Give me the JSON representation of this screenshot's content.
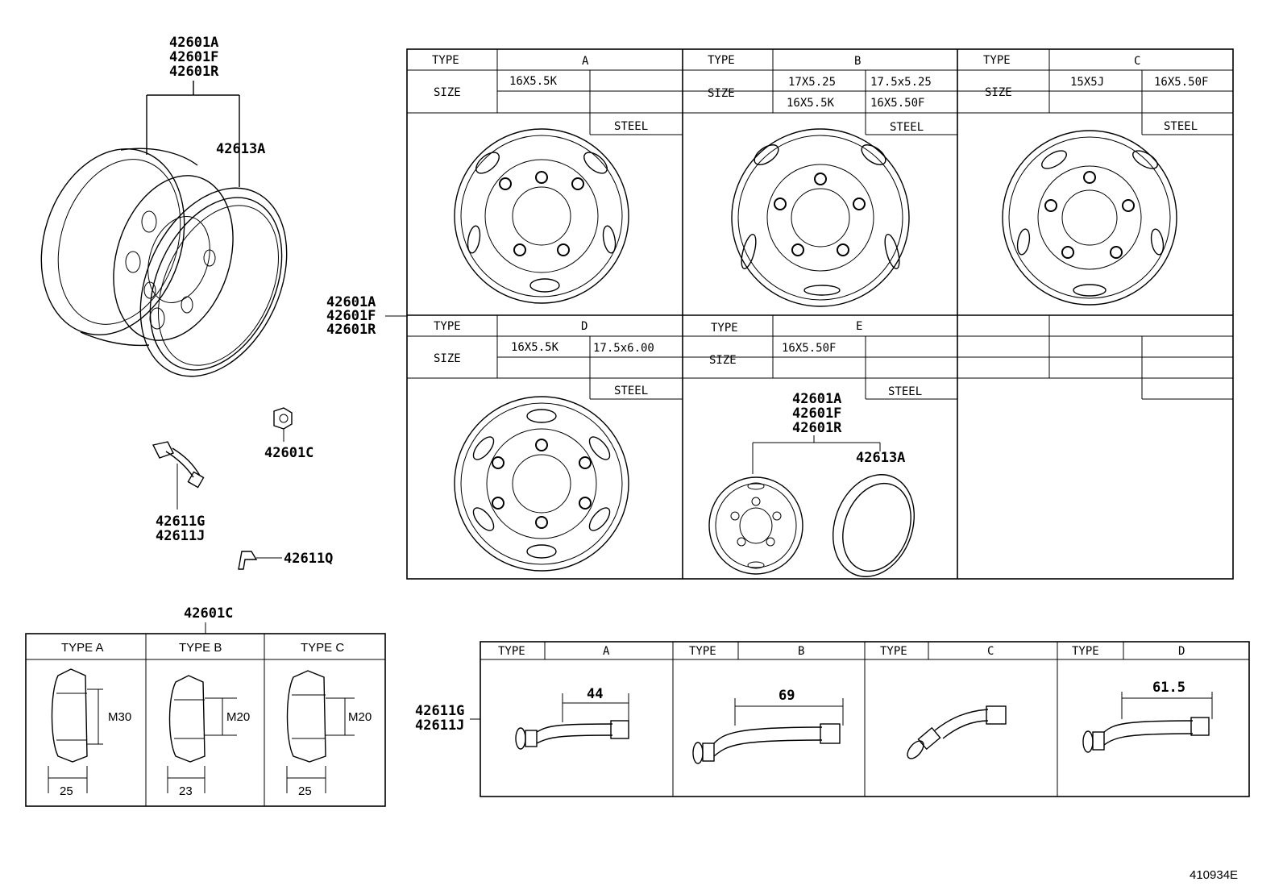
{
  "left_assembly": {
    "wheel_parts": [
      "42601A",
      "42601F",
      "42601R"
    ],
    "rim_ring": "42613A",
    "nut": "42601C",
    "valve_parts": [
      "42611G",
      "42611J"
    ],
    "clip": "42611Q"
  },
  "wheel_table": {
    "side_label": [
      "42601A",
      "42601F",
      "42601R"
    ],
    "type_label": "TYPE",
    "size_label": "SIZE",
    "steel_label": "STEEL",
    "types": [
      {
        "id": "A",
        "sizes": [
          "16X5.5K",
          ""
        ]
      },
      {
        "id": "B",
        "sizes": [
          "17X5.25",
          "17.5x5.25",
          "16X5.5K",
          "16X5.50F"
        ]
      },
      {
        "id": "C",
        "sizes": [
          "15X5J",
          "16X5.50F"
        ]
      },
      {
        "id": "D",
        "sizes": [
          "16X5.5K",
          "17.5x6.00"
        ]
      },
      {
        "id": "E",
        "sizes": [
          "16X5.50F"
        ]
      }
    ],
    "type_e_parts": [
      "42601A",
      "42601F",
      "42601R"
    ],
    "type_e_ring": "42613A"
  },
  "nut_table": {
    "title": "42601C",
    "columns": [
      {
        "label": "TYPE A",
        "thread": "M30",
        "width": "25"
      },
      {
        "label": "TYPE B",
        "thread": "M20",
        "width": "23"
      },
      {
        "label": "TYPE C",
        "thread": "M20",
        "width": "25"
      }
    ]
  },
  "valve_table": {
    "side_label": [
      "42611G",
      "42611J"
    ],
    "type_label": "TYPE",
    "columns": [
      {
        "id": "A",
        "length": "44"
      },
      {
        "id": "B",
        "length": "69"
      },
      {
        "id": "C",
        "length": ""
      },
      {
        "id": "D",
        "length": "61.5"
      }
    ]
  },
  "figure_id": "410934E"
}
